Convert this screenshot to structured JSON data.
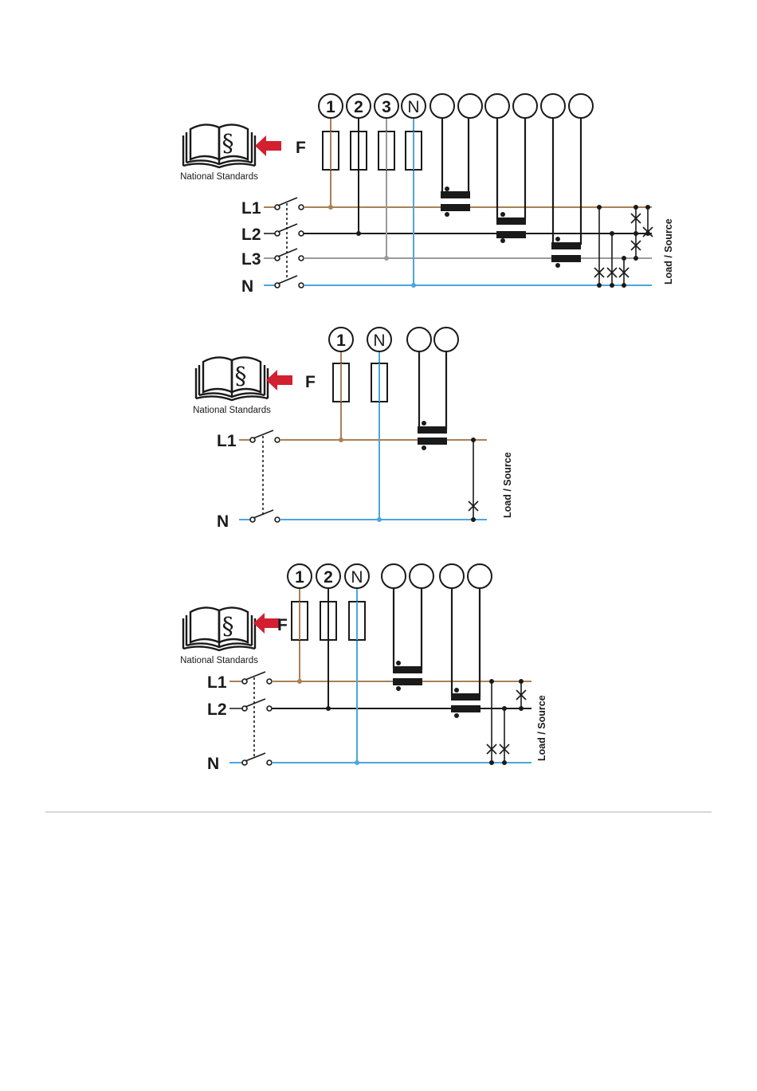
{
  "colors": {
    "L1": "#a98155",
    "L2": "#1a1a1a",
    "L3": "#9a9a9a",
    "N": "#4aa6dc",
    "arrow": "#d22030",
    "ink": "#1a1a1a",
    "separator": "#cccccc"
  },
  "icons": {
    "book": "national-standards-book-icon",
    "arrow": "arrow-left-icon"
  },
  "diagrams": [
    {
      "id": "three-phase",
      "standards_label": "National Standards",
      "fuse_label": "F",
      "side_label": "Load / Source",
      "lines": [
        {
          "name": "L1",
          "label": "L1"
        },
        {
          "name": "L2",
          "label": "L2"
        },
        {
          "name": "L3",
          "label": "L3"
        },
        {
          "name": "N",
          "label": "N"
        }
      ],
      "terminals": [
        "1",
        "2",
        "3",
        "N",
        "",
        "",
        "",
        "",
        "",
        ""
      ]
    },
    {
      "id": "single-phase",
      "standards_label": "National Standards",
      "fuse_label": "F",
      "side_label": "Load / Source",
      "lines": [
        {
          "name": "L1",
          "label": "L1"
        },
        {
          "name": "N",
          "label": "N"
        }
      ],
      "terminals": [
        "1",
        "N",
        "",
        ""
      ]
    },
    {
      "id": "split-phase",
      "standards_label": "National Standards",
      "fuse_label": "F",
      "side_label": "Load / Source",
      "lines": [
        {
          "name": "L1",
          "label": "L1"
        },
        {
          "name": "L2",
          "label": "L2"
        },
        {
          "name": "N",
          "label": "N"
        }
      ],
      "terminals": [
        "1",
        "2",
        "N",
        "",
        "",
        "",
        ""
      ]
    }
  ]
}
